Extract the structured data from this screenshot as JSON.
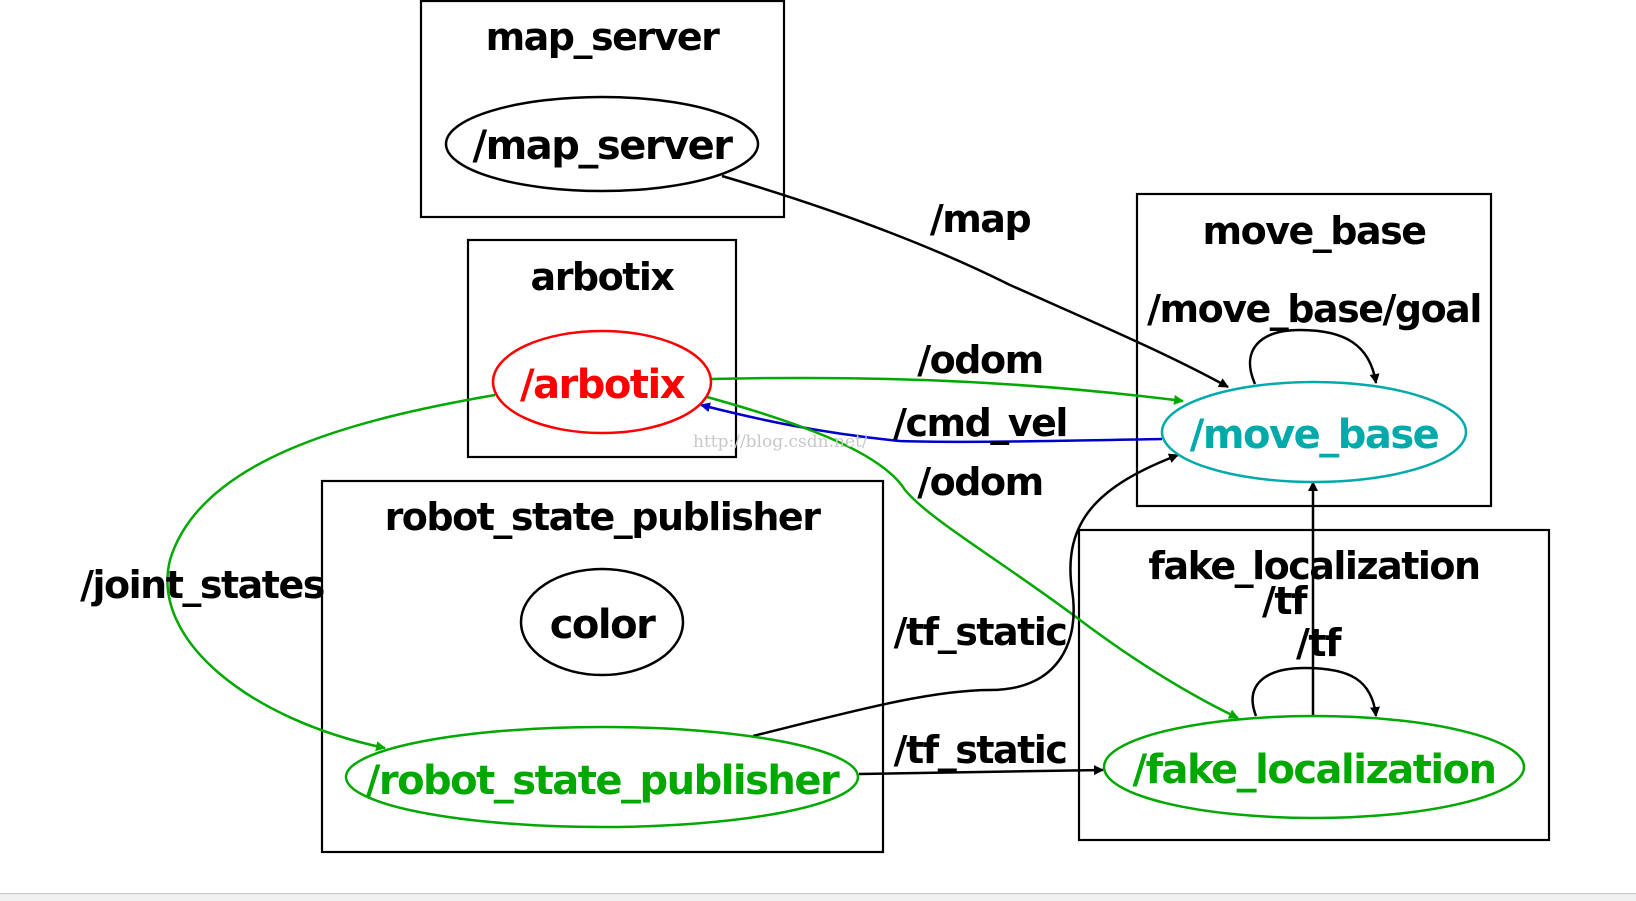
{
  "colors": {
    "black": "#000000",
    "red": "#ff0000",
    "green": "#00a800",
    "teal": "#00aaaa",
    "blue": "#0000cc"
  },
  "clusters": {
    "map_server": "map_server",
    "arbotix": "arbotix",
    "robot_state_publisher": "robot_state_publisher",
    "move_base": "move_base",
    "fake_localization": "fake_localization"
  },
  "nodes": {
    "map_server": "/map_server",
    "arbotix": "/arbotix",
    "color": "color",
    "robot_state_publisher": "/robot_state_publisher",
    "move_base": "/move_base",
    "fake_localization": "/fake_localization"
  },
  "edges": [
    {
      "id": "map",
      "label": "/map",
      "from": "/map_server",
      "to": "/move_base",
      "color": "black"
    },
    {
      "id": "odom1",
      "label": "/odom",
      "from": "/arbotix",
      "to": "/move_base",
      "color": "green"
    },
    {
      "id": "cmd_vel",
      "label": "/cmd_vel",
      "from": "/move_base",
      "to": "/arbotix",
      "color": "blue"
    },
    {
      "id": "odom2",
      "label": "/odom",
      "from": "/arbotix",
      "to": "/fake_localization",
      "color": "green"
    },
    {
      "id": "joint_states",
      "label": "/joint_states",
      "from": "/arbotix",
      "to": "/robot_state_publisher",
      "color": "green"
    },
    {
      "id": "tf_static1",
      "label": "/tf_static",
      "from": "/robot_state_publisher",
      "to": "/move_base",
      "color": "black"
    },
    {
      "id": "tf_static2",
      "label": "/tf_static",
      "from": "/robot_state_publisher",
      "to": "/fake_localization",
      "color": "black"
    },
    {
      "id": "move_base_goal",
      "label": "/move_base/goal",
      "from": "/move_base",
      "to": "/move_base",
      "color": "black"
    },
    {
      "id": "tf1",
      "label": "/tf",
      "from": "/fake_localization",
      "to": "/move_base",
      "color": "black"
    },
    {
      "id": "tf2",
      "label": "/tf",
      "from": "/fake_localization",
      "to": "/fake_localization",
      "color": "black"
    }
  ],
  "watermark": "http://blog.csdn.net/"
}
